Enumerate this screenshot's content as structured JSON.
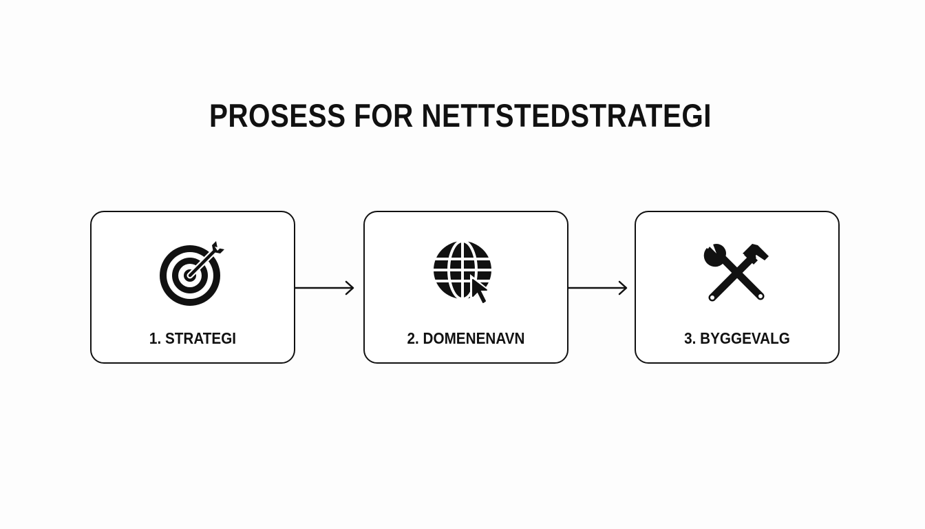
{
  "diagram": {
    "title": "PROSESS FOR NETTSTEDSTRATEGI",
    "steps": [
      {
        "label": "1. STRATEGI",
        "icon": "target-arrow-icon"
      },
      {
        "label": "2. DOMENENAVN",
        "icon": "globe-cursor-icon"
      },
      {
        "label": "3. BYGGEVALG",
        "icon": "wrench-hammer-icon"
      }
    ],
    "connectors": [
      "arrow-right-icon",
      "arrow-right-icon"
    ]
  },
  "colors": {
    "background": "#fdfdfd",
    "stroke": "#111111",
    "box_fill": "#ffffff"
  }
}
